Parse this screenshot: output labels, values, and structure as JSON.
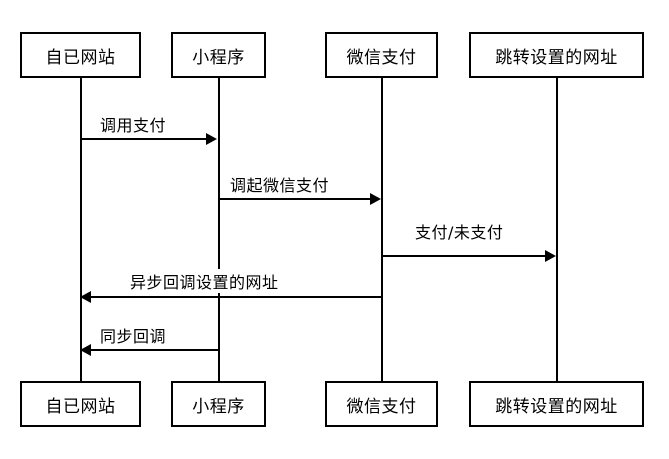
{
  "diagram": {
    "type": "sequence-diagram",
    "background": "#ffffff",
    "stroke": "#000000",
    "participants": [
      {
        "id": "site",
        "label": "自已网站"
      },
      {
        "id": "miniprogram",
        "label": "小程序"
      },
      {
        "id": "wechatpay",
        "label": "微信支付"
      },
      {
        "id": "redirect",
        "label": "跳转设置的网址"
      }
    ],
    "footers": [
      {
        "id": "site",
        "label": "自已网站"
      },
      {
        "id": "miniprogram",
        "label": "小程序"
      },
      {
        "id": "wechatpay",
        "label": "微信支付"
      },
      {
        "id": "redirect",
        "label": "跳转设置的网址"
      }
    ],
    "messages": [
      {
        "id": "m1",
        "label": "调用支付",
        "from": "site",
        "to": "miniprogram",
        "direction": "right"
      },
      {
        "id": "m2",
        "label": "调起微信支付",
        "from": "miniprogram",
        "to": "wechatpay",
        "direction": "right"
      },
      {
        "id": "m3",
        "label": "支付/未支付",
        "from": "wechatpay",
        "to": "redirect",
        "direction": "right"
      },
      {
        "id": "m4",
        "label": "异步回调设置的网址",
        "from": "wechatpay",
        "to": "site",
        "direction": "left"
      },
      {
        "id": "m5",
        "label": "同步回调",
        "from": "miniprogram",
        "to": "site",
        "direction": "left"
      }
    ]
  }
}
